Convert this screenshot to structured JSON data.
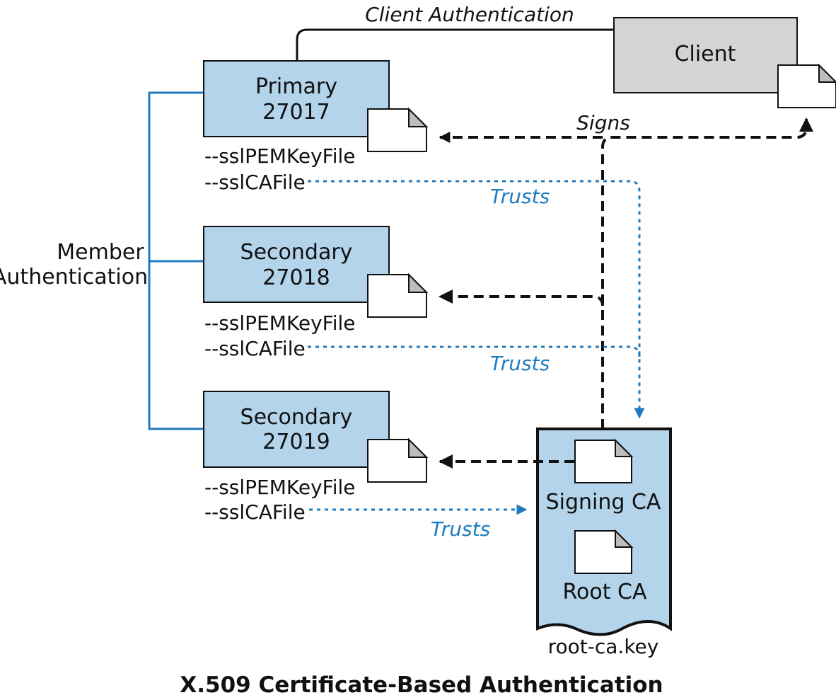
{
  "colors": {
    "server_fill": "#b3d4ea",
    "client_fill": "#d4d4d4",
    "blue_line": "#1f7bc0",
    "black": "#111111"
  },
  "nodes": {
    "primary": {
      "line1": "Primary",
      "line2": "27017"
    },
    "secondary1": {
      "line1": "Secondary",
      "line2": "27018"
    },
    "secondary2": {
      "line1": "Secondary",
      "line2": "27019"
    },
    "client": {
      "label": "Client"
    }
  },
  "flags": {
    "pem": "--sslPEMKeyFile",
    "ca": "--sslCAFile"
  },
  "edges": {
    "client_auth": "Client Authentication",
    "signs": "Signs",
    "trusts": "Trusts"
  },
  "member_auth": {
    "line1": "Member",
    "line2": "Authentication"
  },
  "ca_file": {
    "signing": "Signing CA",
    "root": "Root CA",
    "filename": "root-ca.key"
  },
  "caption": "X.509 Certificate-Based Authentication"
}
